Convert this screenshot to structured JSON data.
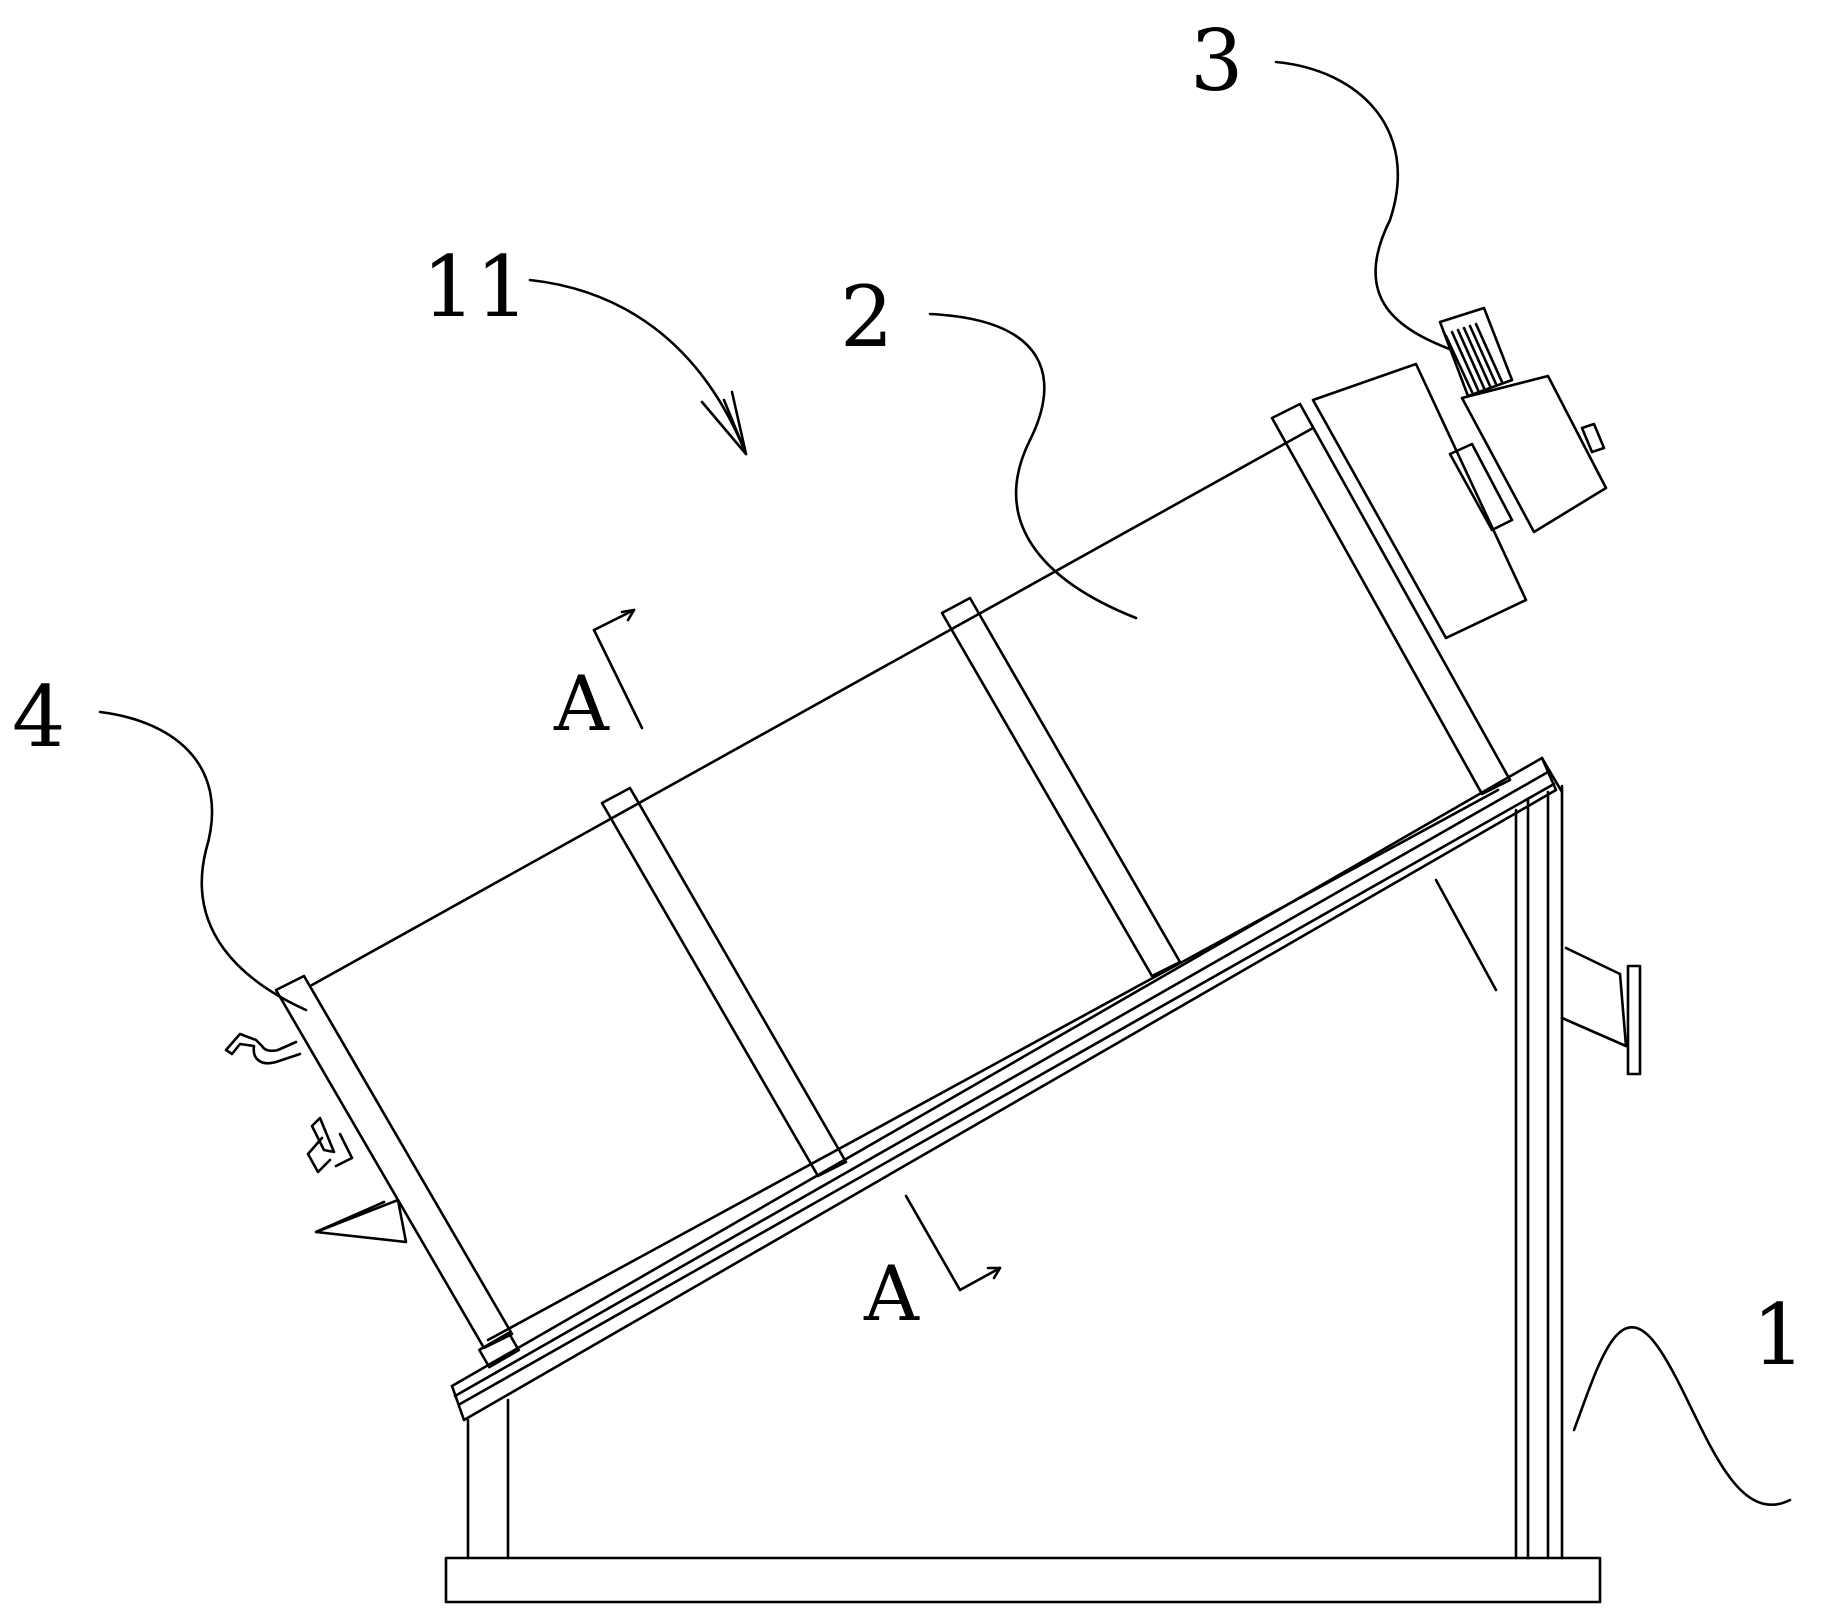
{
  "labels": {
    "frame": "1",
    "drum": "2",
    "motor": "3",
    "inlet": "4",
    "assembly": "11"
  },
  "section": {
    "top": "A",
    "bottom": "A"
  }
}
